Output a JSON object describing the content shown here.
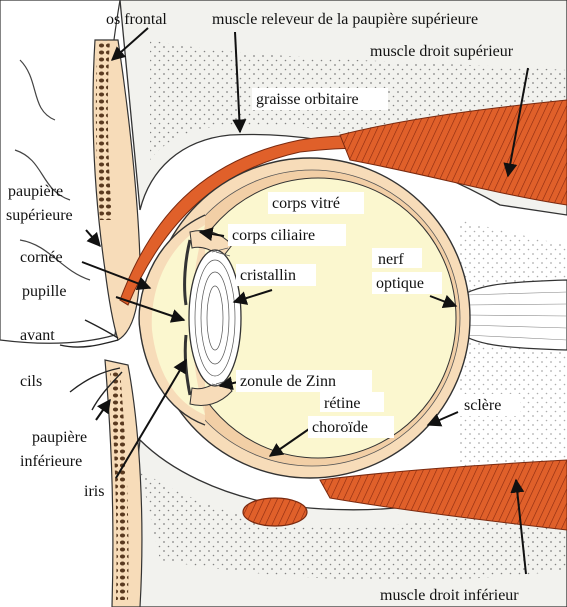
{
  "diagram": {
    "labels": {
      "os_frontal": "os frontal",
      "muscle_releveur": "muscle releveur de la paupière supérieure",
      "muscle_droit_superieur": "muscle droit supérieur",
      "graisse_orbitaire": "graisse orbitaire",
      "paupiere_superieure_1": "paupière",
      "paupiere_superieure_2": "supérieure",
      "corps_vitre": "corps vitré",
      "corps_ciliaire": "corps ciliaire",
      "cornee": "cornée",
      "cristallin": "cristallin",
      "nerf_optique_1": "nerf",
      "nerf_optique_2": "optique",
      "pupille": "pupille",
      "avant": "avant",
      "cils": "cils",
      "zonule_de_zinn": "zonule de Zinn",
      "retine": "rétine",
      "choroide": "choroïde",
      "sclere": "sclère",
      "paupiere_inferieure_1": "paupière",
      "paupiere_inferieure_2": "inférieure",
      "iris": "iris",
      "muscle_droit_inferieur": "muscle droit inférieur"
    },
    "colors": {
      "vitreous": "#fbf7cf",
      "sclera": "#f7dcb9",
      "muscle": "#e0602a",
      "outline": "#333333",
      "fat_dots": "#6b6b6b",
      "bone": "#f5f5f2"
    }
  }
}
